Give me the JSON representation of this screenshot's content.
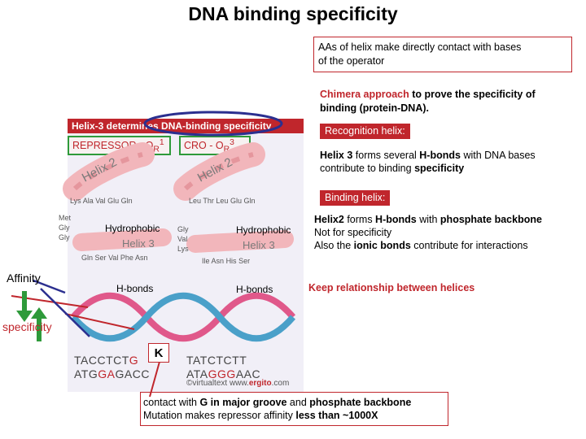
{
  "title": "DNA binding specificity",
  "box_top": {
    "line1": "AAs of helix make directly contact with bases",
    "line2": "of the operator"
  },
  "chimera": {
    "highlight": "Chimera approach",
    "rest1": " to prove the specificity of",
    "line2": "binding (protein-DNA)."
  },
  "recognition_tag": "Recognition helix:",
  "helix3_note": {
    "p1": "Helix 3",
    "p2": " forms several ",
    "p3": "H-bonds",
    "p4": " with DNA bases",
    "p5": "contribute to binding ",
    "p6": "specificity"
  },
  "binding_tag": "Binding helix:",
  "helix2_note": {
    "p1": "Helix2",
    "p2": " forms ",
    "p3": "H-bonds",
    "p4": " with ",
    "p5": "phosphate backbone",
    "l2": "Not for specificity",
    "l3a": "Also the ",
    "l3b": "ionic bonds",
    "l3c": " contribute for interactions"
  },
  "keep_note": "Keep relationship between helices",
  "box_bottom": {
    "l1a": "contact with ",
    "l1b": "G in major groove",
    "l1c": " and ",
    "l1d": "phosphate backbone",
    "l2a": "Mutation makes repressor affinity ",
    "l2b": "less than ~1000X"
  },
  "side": {
    "affinity": "Affinity",
    "specificity": "specificity",
    "k": "K"
  },
  "figure": {
    "header": "Helix-3 determines DNA-binding specificity",
    "repressor": "REPRESSOR - O",
    "repressor_sub": "R",
    "repressor_sup": "1",
    "cro": "CRO - O",
    "cro_sub": "R",
    "cro_sup": "3",
    "helix2_label": "Helix 2",
    "helix3_label": "Helix 3",
    "hydrophobic": "Hydrophobic",
    "hbonds": "H-bonds",
    "seq1_top_a": "TACCTCT",
    "seq1_top_b": "G",
    "seq1_bot_a": "ATG",
    "seq1_bot_b": "GA",
    "seq1_bot_c": "GACC",
    "seq2_top_a": "TATCTCTT",
    "seq2_bot_a": "ATA",
    "seq2_bot_b": "GGG",
    "seq2_bot_c": "AAC",
    "credit_a": "©virtualtext www.",
    "credit_b": "ergito",
    "credit_c": ".com",
    "aa_left": [
      "Lys",
      "Ala",
      "Val",
      "Glu",
      "Gln",
      "Met",
      "Gly",
      "Gly",
      "Gln",
      "Ser",
      "Val",
      "Phe",
      "Asn"
    ],
    "aa_right": [
      "Leu",
      "Thr",
      "Leu",
      "Glu",
      "Gln",
      "Gly",
      "Val",
      "Lys",
      "Ile",
      "Asn",
      "His",
      "Ser"
    ]
  },
  "colors": {
    "accent_red": "#c0262c",
    "green": "#2e9a3a",
    "navy": "#2b2f8f"
  }
}
